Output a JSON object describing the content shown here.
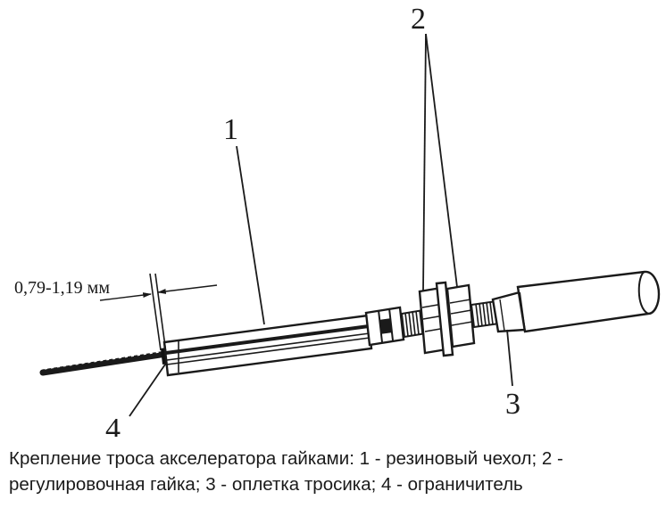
{
  "diagram": {
    "dimension_label": "0,79-1,19 мм",
    "callouts": {
      "c1": "1",
      "c2": "2",
      "c3": "3",
      "c4": "4"
    }
  },
  "caption": {
    "line1": "Крепление троса акселератора гайками: 1 - резиновый чехол; 2 -",
    "line2": "регулировочная гайка; 3 - оплетка тросика; 4 - ограничитель"
  }
}
